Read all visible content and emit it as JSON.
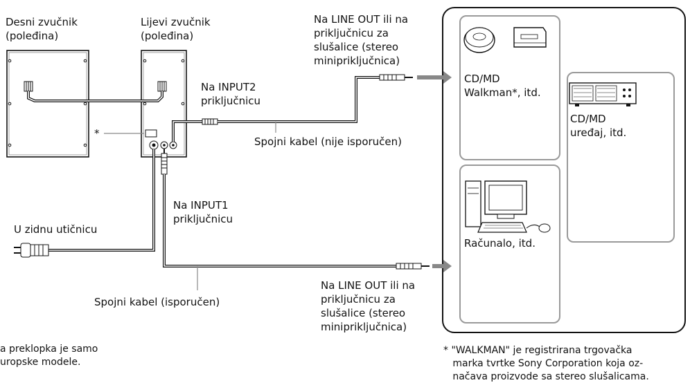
{
  "labels": {
    "right_speaker": "Desni zvučnik\n(poleđina)",
    "left_speaker": "Lijevi zvučnik\n(poleđina)",
    "asterisk": "*",
    "input2": "Na INPUT2\npriključnicu",
    "input1": "Na INPUT1\npriključnicu",
    "line_out_top": "Na LINE OUT ili na\npriključnicu za\nslušalice (stereo\nminipriključnica)",
    "line_out_bottom": "Na LINE OUT ili na\npriključnicu za\nslušalice (stereo\nminipriključnica)",
    "cable_not_supplied": "Spojni kabel (nije isporučen)",
    "cable_supplied": "Spojni kabel (isporučen)",
    "wall_outlet": "U zidnu utičnicu",
    "cd_md_walkman": "CD/MD\nWalkman*, itd.",
    "cd_md_device": "CD/MD\nuređaj, itd.",
    "computer": "Računalo, itd.",
    "footnote_left": "a preklopka je samo\nuropske modele.",
    "footnote_right": "* \"WALKMAN\" je registrirana trgovačka\n   marka tvrtke Sony Corporation koja oz-\n   načava proizvode sa stereo slušalicama."
  },
  "colors": {
    "line": "#111111",
    "panel_border": "#999999",
    "arrow": "#888888",
    "callout": "#888888"
  }
}
